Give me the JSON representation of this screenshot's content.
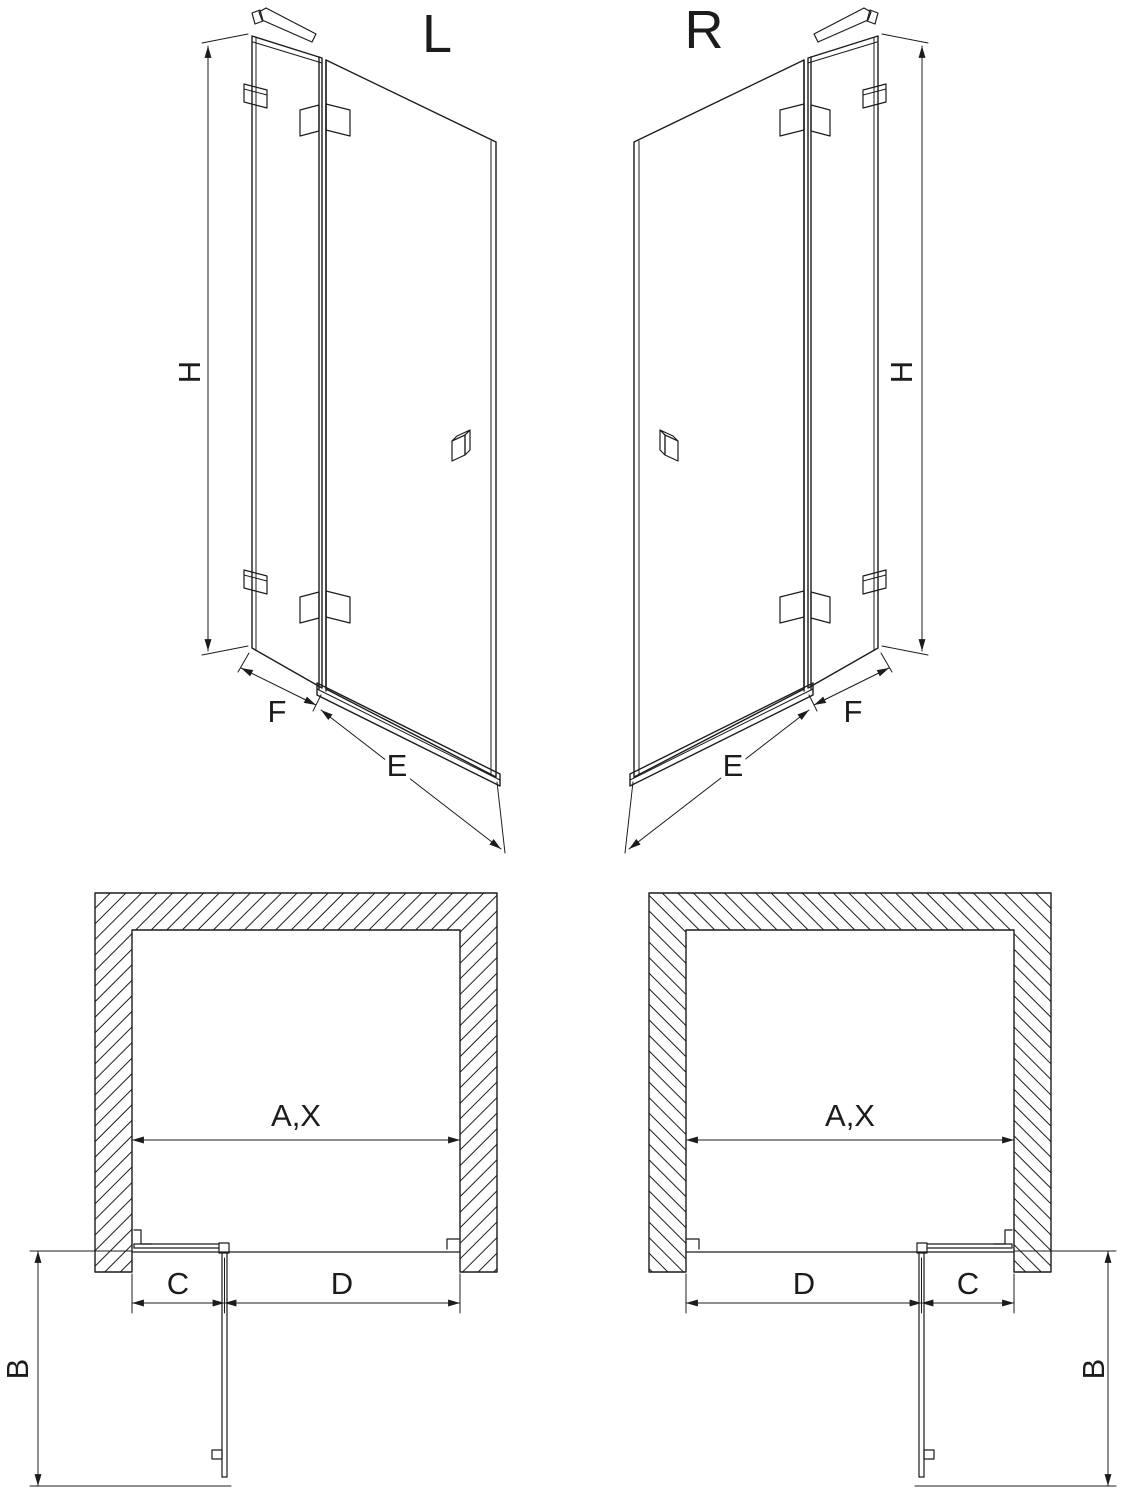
{
  "diagram": {
    "variants": {
      "left": "L",
      "right": "R"
    },
    "dimensions": {
      "height": "H",
      "fixed_panel": "F",
      "door": "E",
      "opening": "A,X",
      "projection": "B",
      "segment_c": "C",
      "segment_d": "D"
    },
    "colors": {
      "line": "#1c1c1c",
      "background": "#ffffff"
    }
  }
}
